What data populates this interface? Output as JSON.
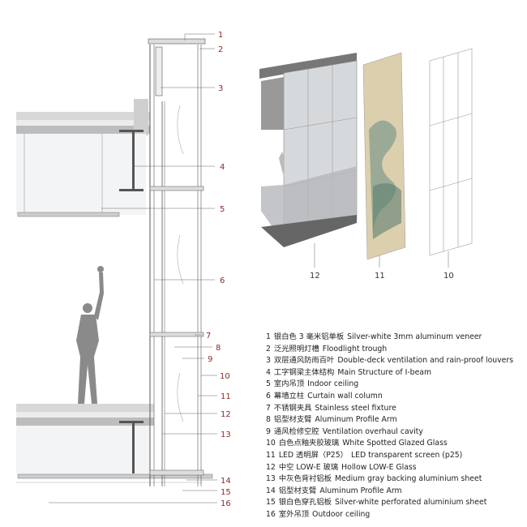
{
  "diagram": {
    "accent_color": "#8b2c2c",
    "section_callouts": [
      "1",
      "2",
      "3",
      "4",
      "5",
      "6",
      "7",
      "8",
      "9",
      "10",
      "11",
      "12",
      "13",
      "14",
      "15",
      "16"
    ],
    "exploded_callouts": [
      "12",
      "11",
      "10"
    ]
  },
  "legend": [
    {
      "num": "1",
      "zh": "银白色 3 毫米铝单板",
      "en": "Silver-white 3mm aluminum veneer"
    },
    {
      "num": "2",
      "zh": "泛光照明灯槽",
      "en": "Floodlight trough"
    },
    {
      "num": "3",
      "zh": "双层通风防雨百叶",
      "en": "Double-deck ventilation and rain-proof louvers"
    },
    {
      "num": "4",
      "zh": "工字钢梁主体结构",
      "en": "Main Structure of I-beam"
    },
    {
      "num": "5",
      "zh": "室内吊顶",
      "en": "Indoor ceiling"
    },
    {
      "num": "6",
      "zh": "幕墙立柱",
      "en": "Curtain wall column"
    },
    {
      "num": "7",
      "zh": "不锈钢夹具",
      "en": "Stainless steel fixture"
    },
    {
      "num": "8",
      "zh": "铝型材支臂",
      "en": "Aluminum Profile Arm"
    },
    {
      "num": "9",
      "zh": "通风检修空腔",
      "en": "Ventilation overhaul cavity"
    },
    {
      "num": "10",
      "zh": "白色点釉夹胶玻璃",
      "en": "White Spotted Glazed Glass"
    },
    {
      "num": "11",
      "zh": "LED 透明屏（P25）",
      "en": "LED transparent screen (p25)"
    },
    {
      "num": "12",
      "zh": "中空 LOW-E 玻璃",
      "en": "Hollow LOW-E Glass"
    },
    {
      "num": "13",
      "zh": "中灰色背衬铝板",
      "en": "Medium gray backing aluminium sheet"
    },
    {
      "num": "14",
      "zh": "铝型材支臂",
      "en": "Aluminum Profile Arm"
    },
    {
      "num": "15",
      "zh": "银白色穿孔铝板",
      "en": "Silver-white perforated aluminium sheet"
    },
    {
      "num": "16",
      "zh": "室外吊顶",
      "en": "Outdoor ceiling"
    }
  ]
}
